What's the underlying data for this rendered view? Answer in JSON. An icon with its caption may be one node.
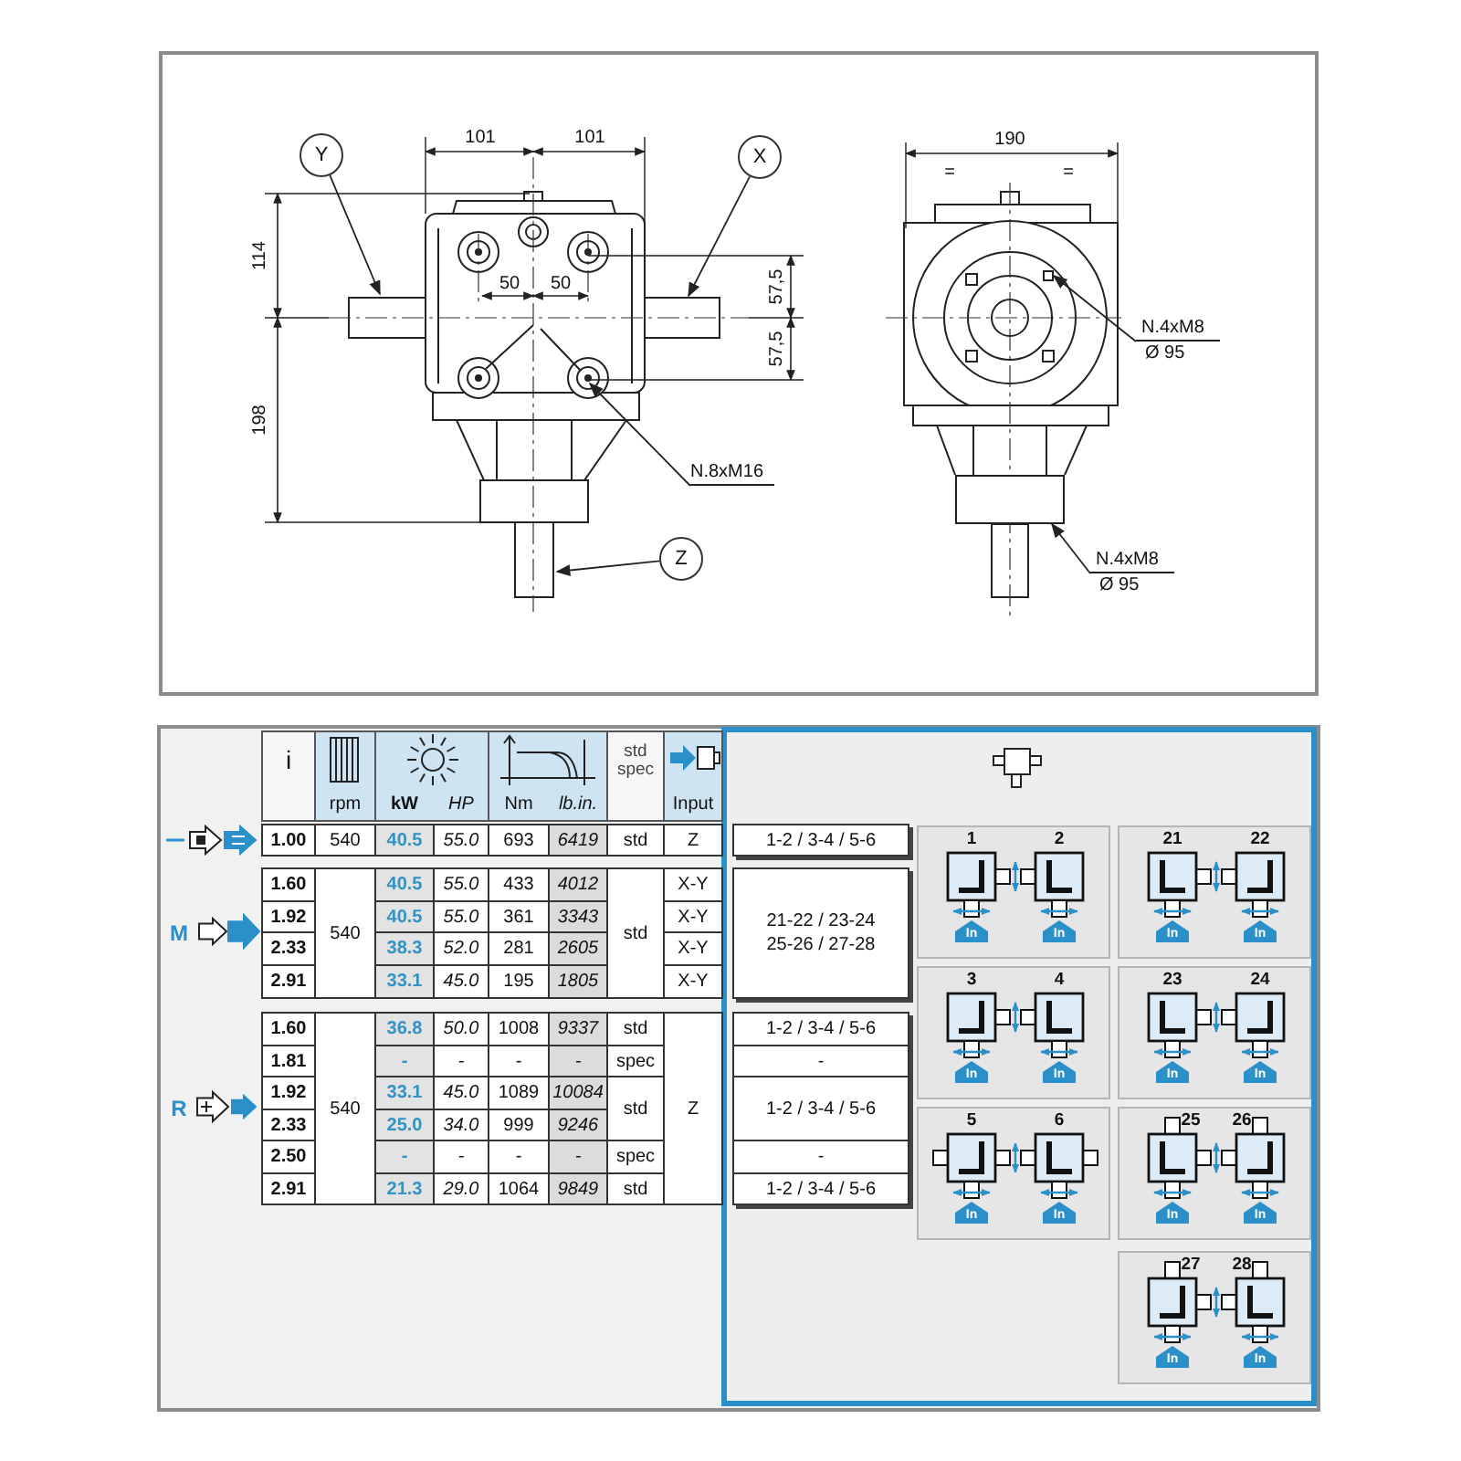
{
  "diagram": {
    "nodes": [
      {
        "text": [
          "Y"
        ]
      },
      {
        "text": [
          "X"
        ]
      },
      {
        "text": [
          "Z"
        ]
      },
      {
        "text": [
          "N.8xM16"
        ]
      },
      {
        "text": [
          "N.4xM8",
          "Ø 95"
        ]
      },
      {
        "text": [
          "N.4xM8",
          "Ø 95"
        ]
      },
      {
        "text": [],
        "shape": "box"
      },
      {
        "text": [],
        "shape": "box"
      }
    ],
    "edges": [
      {
        "from": 0,
        "to": null,
        "arrow": "to"
      },
      {
        "from": 1,
        "to": null,
        "arrow": "to"
      },
      {
        "from": 2,
        "to": null,
        "arrow": "to"
      },
      {
        "from": 3,
        "to": null,
        "arrow": "to"
      },
      {
        "from": 4,
        "to": 6,
        "arrow": "to"
      },
      {
        "from": 5,
        "to": 7,
        "arrow": "to"
      }
    ],
    "labels": [
      "101",
      "101",
      "190",
      "=",
      "=",
      "114",
      "50",
      "50",
      "57,5",
      "57,5",
      "198",
      "i",
      "rpm",
      "kW",
      "HP",
      "Nm",
      "lb.in.",
      "std spec",
      "Input",
      "1.00",
      "540",
      "40.5",
      "55.0",
      "693",
      "6419",
      "std",
      "Z",
      "1-2 / 3-4 / 5-6",
      "M",
      "1.60",
      "540",
      "40.5",
      "55.0",
      "433",
      "4012",
      "std",
      "X-Y",
      "21-22 / 23-24 25-26 / 27-28",
      "1.92",
      "40.5",
      "55.0",
      "361",
      "3343",
      "X-Y",
      "2.33",
      "38.3",
      "52.0",
      "281",
      "2605",
      "X-Y",
      "2.91",
      "33.1",
      "45.0",
      "195",
      "1805",
      "X-Y",
      "R",
      "1.60",
      "540",
      "36.8",
      "50.0",
      "1008",
      "9337",
      "std",
      "Z",
      "1-2 / 3-4 / 5-6",
      "1.81",
      "-",
      "-",
      "-",
      "-",
      "spec",
      "-",
      "1.92",
      "33.1",
      "45.0",
      "1089",
      "10084",
      "std",
      "1-2 / 3-4 / 5-6",
      "2.33",
      "25.0",
      "34.0",
      "999",
      "9246",
      "2.50",
      "-",
      "-",
      "-",
      "-",
      "spec",
      "-",
      "2.91",
      "21.3",
      "29.0",
      "1064",
      "9849",
      "std",
      "1-2 / 3-4 / 5-6",
      "1",
      "In",
      "2",
      "In",
      "21",
      "In",
      "22",
      "In",
      "3",
      "In",
      "4",
      "In",
      "23",
      "In",
      "24",
      "In",
      "5",
      "In",
      "6",
      "In",
      "25",
      "In",
      "26",
      "In",
      "27",
      "In",
      "28",
      "In"
    ]
  }
}
